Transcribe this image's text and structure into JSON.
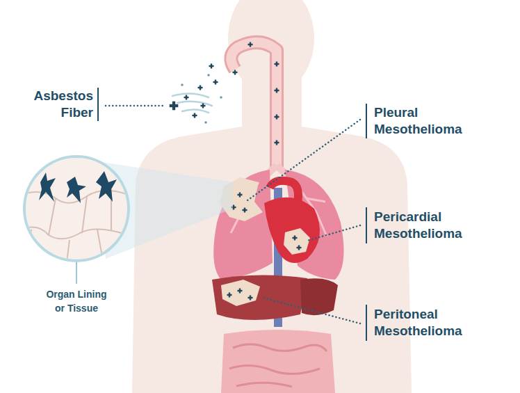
{
  "diagram": {
    "labels": [
      "Asbestos Fiber",
      "Pleural Mesothelioma",
      "Pericardial Mesothelioma",
      "Organ Lining or Tissue",
      "Peritoneal Mesothelioma"
    ]
  }
}
